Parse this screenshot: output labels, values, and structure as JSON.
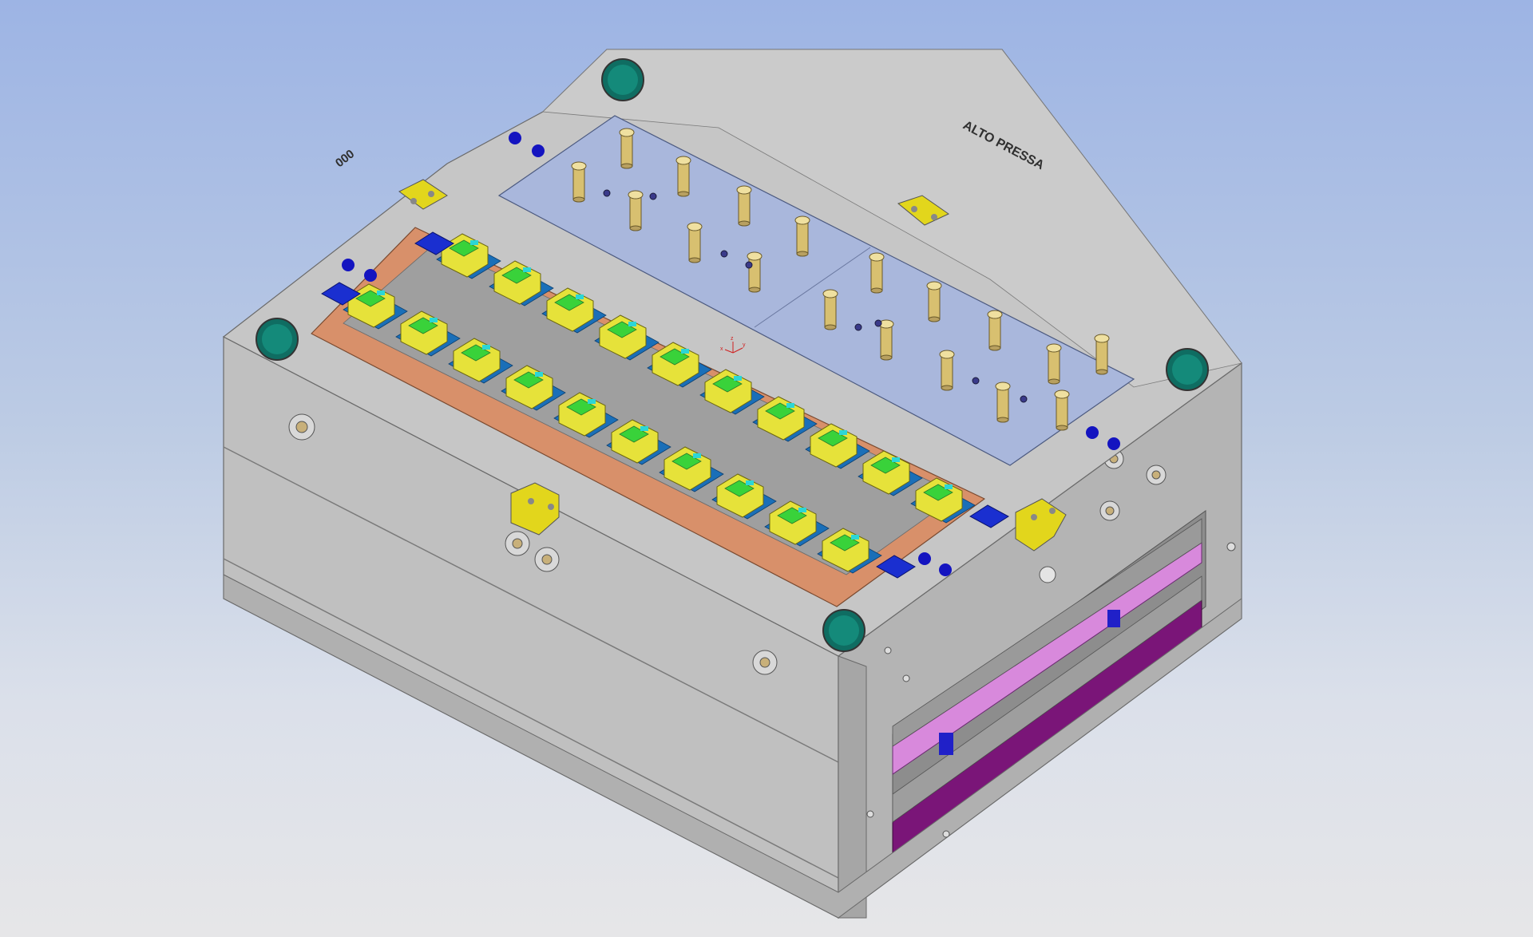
{
  "viewport": {
    "background_top": "#9db4e4",
    "background_bottom": "#e6e6e8"
  },
  "model": {
    "engraving_top": "ALTO PRESSA",
    "engraving_left": "000",
    "axis_labels": {
      "x": "x",
      "y": "y",
      "z": "z"
    },
    "cavity_count": 20,
    "guide_bushings": 4,
    "ejector_pins_visible": 18
  },
  "colors": {
    "plate": "#c4c4c4",
    "plate_side": "#b5b5b5",
    "plate_front": "#a8a8a8",
    "cavity_insert": "#d8906a",
    "runner": "#1a6fb8",
    "cavity_part": "#e6e23a",
    "part_highlight": "#39d23a",
    "gate": "#2cd6d6",
    "ejector_plate_light": "#d889dc",
    "ejector_plate_dark": "#7a1578",
    "clamp_block": "#e2d61c",
    "guide_bushing": "#148a7a",
    "water_plug": "#1414c0",
    "cover_plate": "#a9b7dc",
    "pin_brass": "#d8c070"
  },
  "icons": [
    "axis-triad-icon"
  ]
}
